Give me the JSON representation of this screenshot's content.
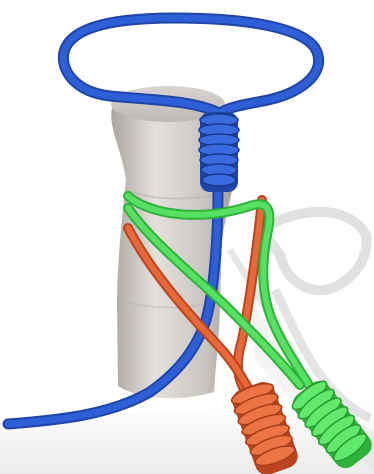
{
  "scene": {
    "subject": "knot-illustration",
    "background_color": "#ffffff",
    "colors": {
      "ground": "#f1f1f1",
      "ground_edge": "#dcdcdc",
      "shadow": "#cfcfcf",
      "post_light": "#e4e1dd",
      "post_mid": "#c8c4bf",
      "post_dark": "#a9a5a0",
      "blue_rope": "#2f5fd6",
      "blue_rope_dark": "#1f45a8",
      "green_rope": "#57e062",
      "green_rope_dark": "#2fb23b",
      "orange_rope": "#e8683a",
      "orange_rope_dark": "#b9461f"
    },
    "elements": [
      "bollard-post",
      "blue-rope-loop",
      "blue-whipping-coils",
      "green-rope",
      "orange-rope",
      "orange-whipping-coils",
      "green-whipping-coils",
      "cast-shadow"
    ]
  }
}
